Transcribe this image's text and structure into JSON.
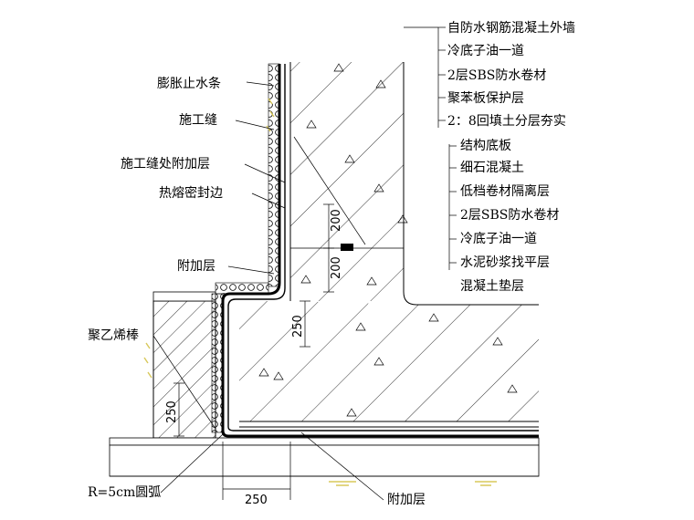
{
  "drawing": {
    "wall_layers": [
      "自防水钢筋混凝土外墙",
      "冷底子油一道",
      "2层SBS防水卷材",
      "聚苯板保护层",
      "2：8回填土分层夯实"
    ],
    "floor_layers": [
      "结构底板",
      "细石混凝土",
      "低档卷材隔离层",
      "2层SBS防水卷材",
      "冷底子油一道",
      "水泥砂浆找平层",
      "混凝土垫层"
    ],
    "left_labels": {
      "waterstop": "膨胀止水条",
      "joint": "施工缝",
      "joint_additional": "施工缝处附加层",
      "heat_seal": "热熔密封边",
      "additional_upper": "附加层",
      "pe_rod": "聚乙烯棒",
      "radius": "R=5cm圆弧",
      "additional_bottom": "附加层"
    },
    "dimensions": {
      "d200_upper": "200",
      "d200_lower": "200",
      "d250_vertical": "250",
      "d250_left": "250",
      "d250_bottom": "250"
    }
  }
}
